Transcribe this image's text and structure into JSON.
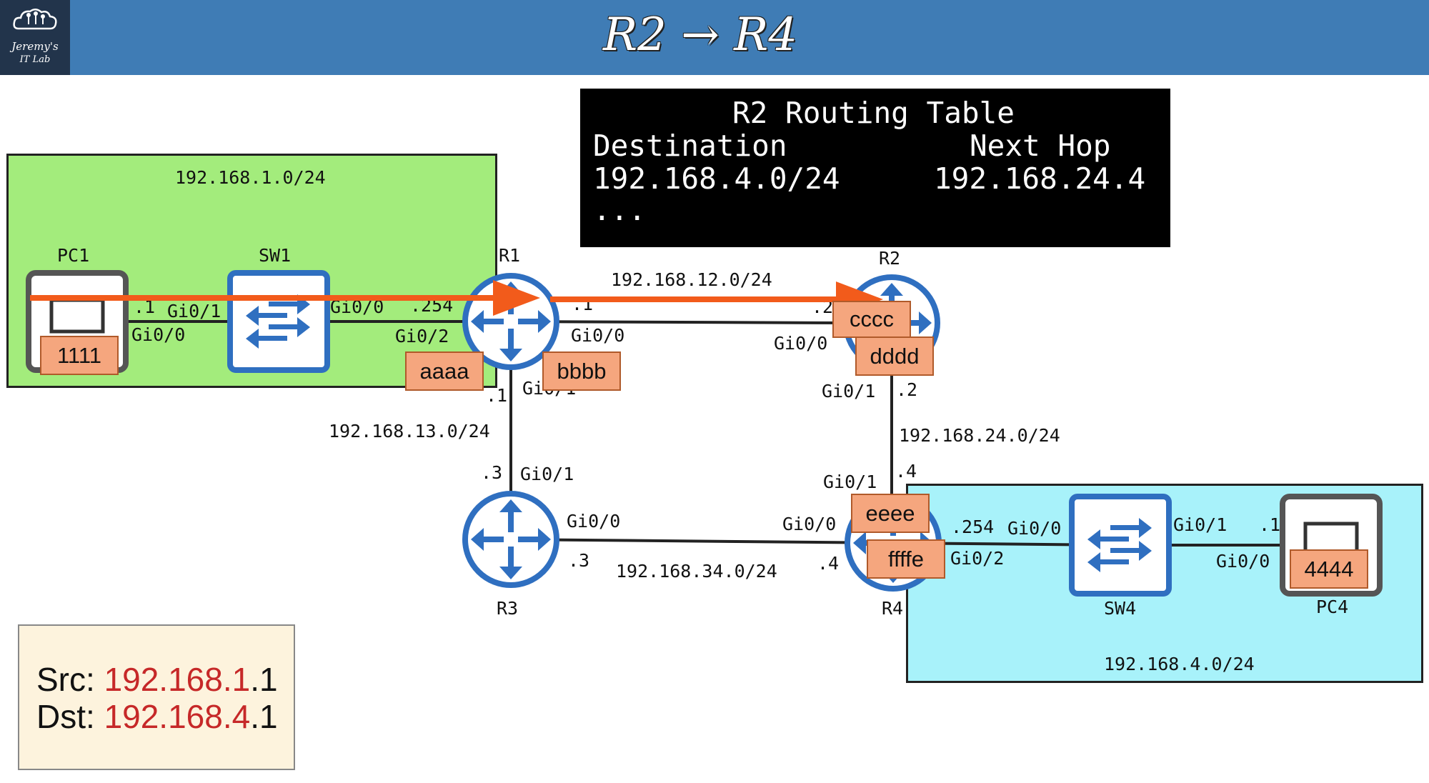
{
  "header": {
    "title": "R2 → R4",
    "logo_line1": "Jeremy's",
    "logo_line2": "IT Lab",
    "logo_icon": "cloud-network-icon",
    "color": "#3f7cb5"
  },
  "routing_table": {
    "title": "R2 Routing Table",
    "col_destination": "Destination",
    "col_next_hop": "Next Hop",
    "destination": "192.168.4.0/24",
    "next_hop": "192.168.24.4",
    "more": "..."
  },
  "lans": {
    "lan1": {
      "network": "192.168.1.0/24",
      "color": "#a3ec7c"
    },
    "lan4": {
      "network": "192.168.4.0/24",
      "color": "#a8f2fa"
    }
  },
  "links": {
    "r1_r2": "192.168.12.0/24",
    "r1_r3": "192.168.13.0/24",
    "r2_r4": "192.168.24.0/24",
    "r3_r4": "192.168.34.0/24"
  },
  "devices": {
    "pc1": "PC1",
    "sw1": "SW1",
    "r1": "R1",
    "r2": "R2",
    "r3": "R3",
    "r4": "R4",
    "sw4": "SW4",
    "pc4": "PC4"
  },
  "interfaces": {
    "pc1_gi0_0": "Gi0/0",
    "pc1_ip": ".1",
    "sw1_gi0_1": "Gi0/1",
    "sw1_gi0_0": "Gi0/0",
    "r1_gi0_2": "Gi0/2",
    "r1_lan_ip": ".254",
    "r1_gi0_0": "Gi0/0",
    "r1_r2_ip": ".1",
    "r1_gi0_1": "Gi0/1",
    "r1_r3_ip": ".1",
    "r2_gi0_0": "Gi0/0",
    "r2_r1_ip": ".2",
    "r2_gi0_1": "Gi0/1",
    "r2_r4_ip": ".2",
    "r3_gi0_1": "Gi0/1",
    "r3_r1_ip": ".3",
    "r3_gi0_0": "Gi0/0",
    "r3_r4_ip": ".3",
    "r4_gi0_1": "Gi0/1",
    "r4_r2_ip": ".4",
    "r4_gi0_0": "Gi0/0",
    "r4_r3_ip": ".4",
    "r4_gi0_2": "Gi0/2",
    "r4_lan_ip": ".254",
    "sw4_gi0_0": "Gi0/0",
    "sw4_gi0_1": "Gi0/1",
    "pc4_gi0_0": "Gi0/0",
    "pc4_ip": ".1"
  },
  "macs": {
    "pc1": "1111",
    "r1_g0_2": "aaaa",
    "r1_g0_0": "bbbb",
    "r2_g0_0": "cccc",
    "r2_g0_1": "dddd",
    "r4_g0_1": "eeee",
    "r4_g0_2": "ffffe",
    "pc4": "4444"
  },
  "packet": {
    "src_label": "Src: ",
    "src_net": "192.168.1",
    "src_host": ".1",
    "dst_label": "Dst: ",
    "dst_net": "192.168.4",
    "dst_host": ".1"
  },
  "colors": {
    "router": "#2f6fc0",
    "arrow": "#f25b1b",
    "mac_box": "#f5a67e",
    "highlight": "#c62828"
  }
}
